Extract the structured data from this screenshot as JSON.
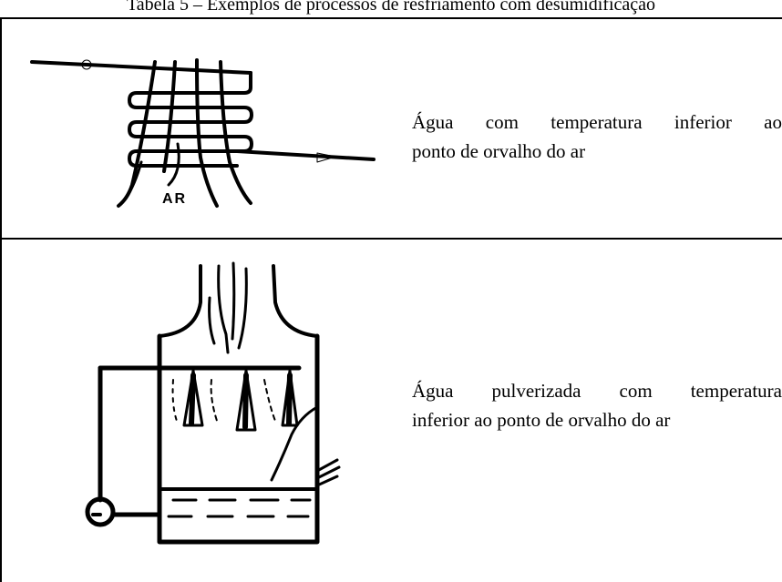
{
  "caption": "Tabela 5 – Exemplos de processos de resfriamento com desumidificação",
  "rows": [
    {
      "figure_label": "AR",
      "text_line1": "Água com temperatura inferior ao",
      "text_line2": "ponto de orvalho do ar"
    },
    {
      "text_line1": "Água pulverizada com temperatura",
      "text_line2": "inferior ao ponto de orvalho do ar"
    }
  ]
}
